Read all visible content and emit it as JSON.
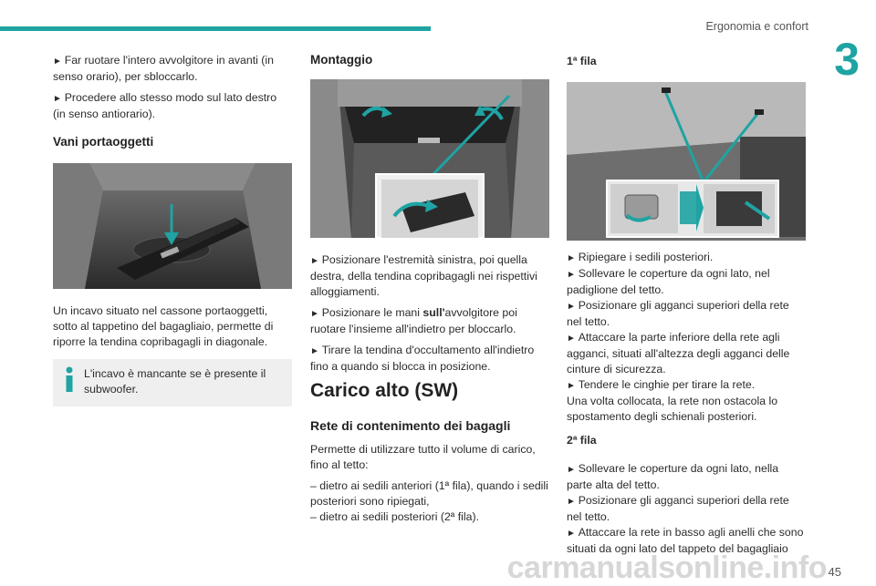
{
  "header": {
    "section_title": "Ergonomia e confort",
    "chapter_number": "3",
    "accent_color": "#1fa3a3"
  },
  "col1": {
    "intro": [
      "Far ruotare l'intero avvolgitore in avanti (in senso orario), per sbloccarlo.",
      "Procedere allo stesso modo sul lato destro (in senso antiorario)."
    ],
    "heading": "Vani portaoggetti",
    "body": "Un incavo situato nel cassone portaoggetti, sotto al tappetino del bagagliaio, permette di riporre la tendina copribagagli in diagonale.",
    "note": "L'incavo è mancante se è presente il subwoofer."
  },
  "col2": {
    "heading": "Montaggio",
    "steps": [
      "Posizionare l'estremità sinistra, poi quella destra, della tendina copribagagli nei rispettivi alloggiamenti.",
      "Tirare la tendina d'occultamento all'indietro fino a quando si blocca in posizione."
    ],
    "step2_pre": "Posizionare le mani ",
    "step2_bold": "sull'",
    "step2_post": "avvolgitore poi ruotare l'insieme all'indietro per bloccarlo.",
    "section": "Carico alto (SW)",
    "subheading": "Rete di contenimento dei bagagli",
    "desc": "Permette di utilizzare tutto il volume di carico, fino al tetto:",
    "list": [
      "–  dietro ai sedili anteriori (1ª fila), quando i sedili posteriori sono ripiegati,",
      "–  dietro ai sedili posteriori (2ª fila)."
    ]
  },
  "col3": {
    "row1_heading": "1ª fila",
    "row1_steps": [
      "Ripiegare i sedili posteriori.",
      "Sollevare le coperture da ogni lato, nel padiglione del tetto.",
      "Posizionare gli agganci superiori della rete nel tetto.",
      "Attaccare la parte inferiore della rete agli agganci, situati all'altezza degli agganci delle cinture di sicurezza.",
      "Tendere le cinghie per tirare la rete."
    ],
    "row1_after": "Una volta collocata, la rete non ostacola lo spostamento degli schienali posteriori.",
    "row2_heading": "2ª fila",
    "row2_steps": [
      "Sollevare le coperture da ogni lato, nella parte alta del tetto.",
      "Posizionare gli agganci superiori della rete nel tetto.",
      "Attaccare la rete in basso agli anelli che sono situati da ogni lato del tappeto del bagagliaio"
    ]
  },
  "footer": {
    "page_number": "45",
    "watermark": "carmanualsonline.info"
  }
}
